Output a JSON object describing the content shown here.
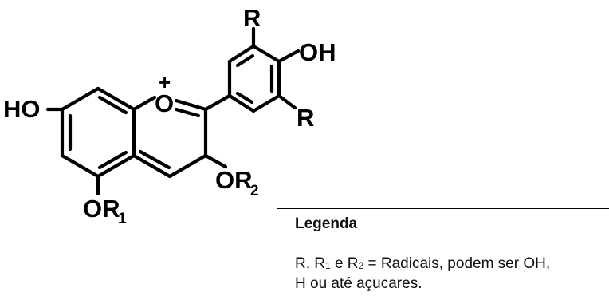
{
  "structure": {
    "atoms": {
      "r_top": "R",
      "oh_top": "OH",
      "r_right": "R",
      "ho_left": "HO",
      "o_ring": "O",
      "charge": "+",
      "or2_main": "OR",
      "or2_sub": "2",
      "or1_main": "OR",
      "or1_sub": "1"
    }
  },
  "legend": {
    "title": "Legenda",
    "line1_a": "R, R",
    "line1_sub1": "1",
    "line1_b": " e R",
    "line1_sub2": "2",
    "line1_c": " = Radicais, podem ser OH,",
    "line2": "H ou até açucares."
  }
}
